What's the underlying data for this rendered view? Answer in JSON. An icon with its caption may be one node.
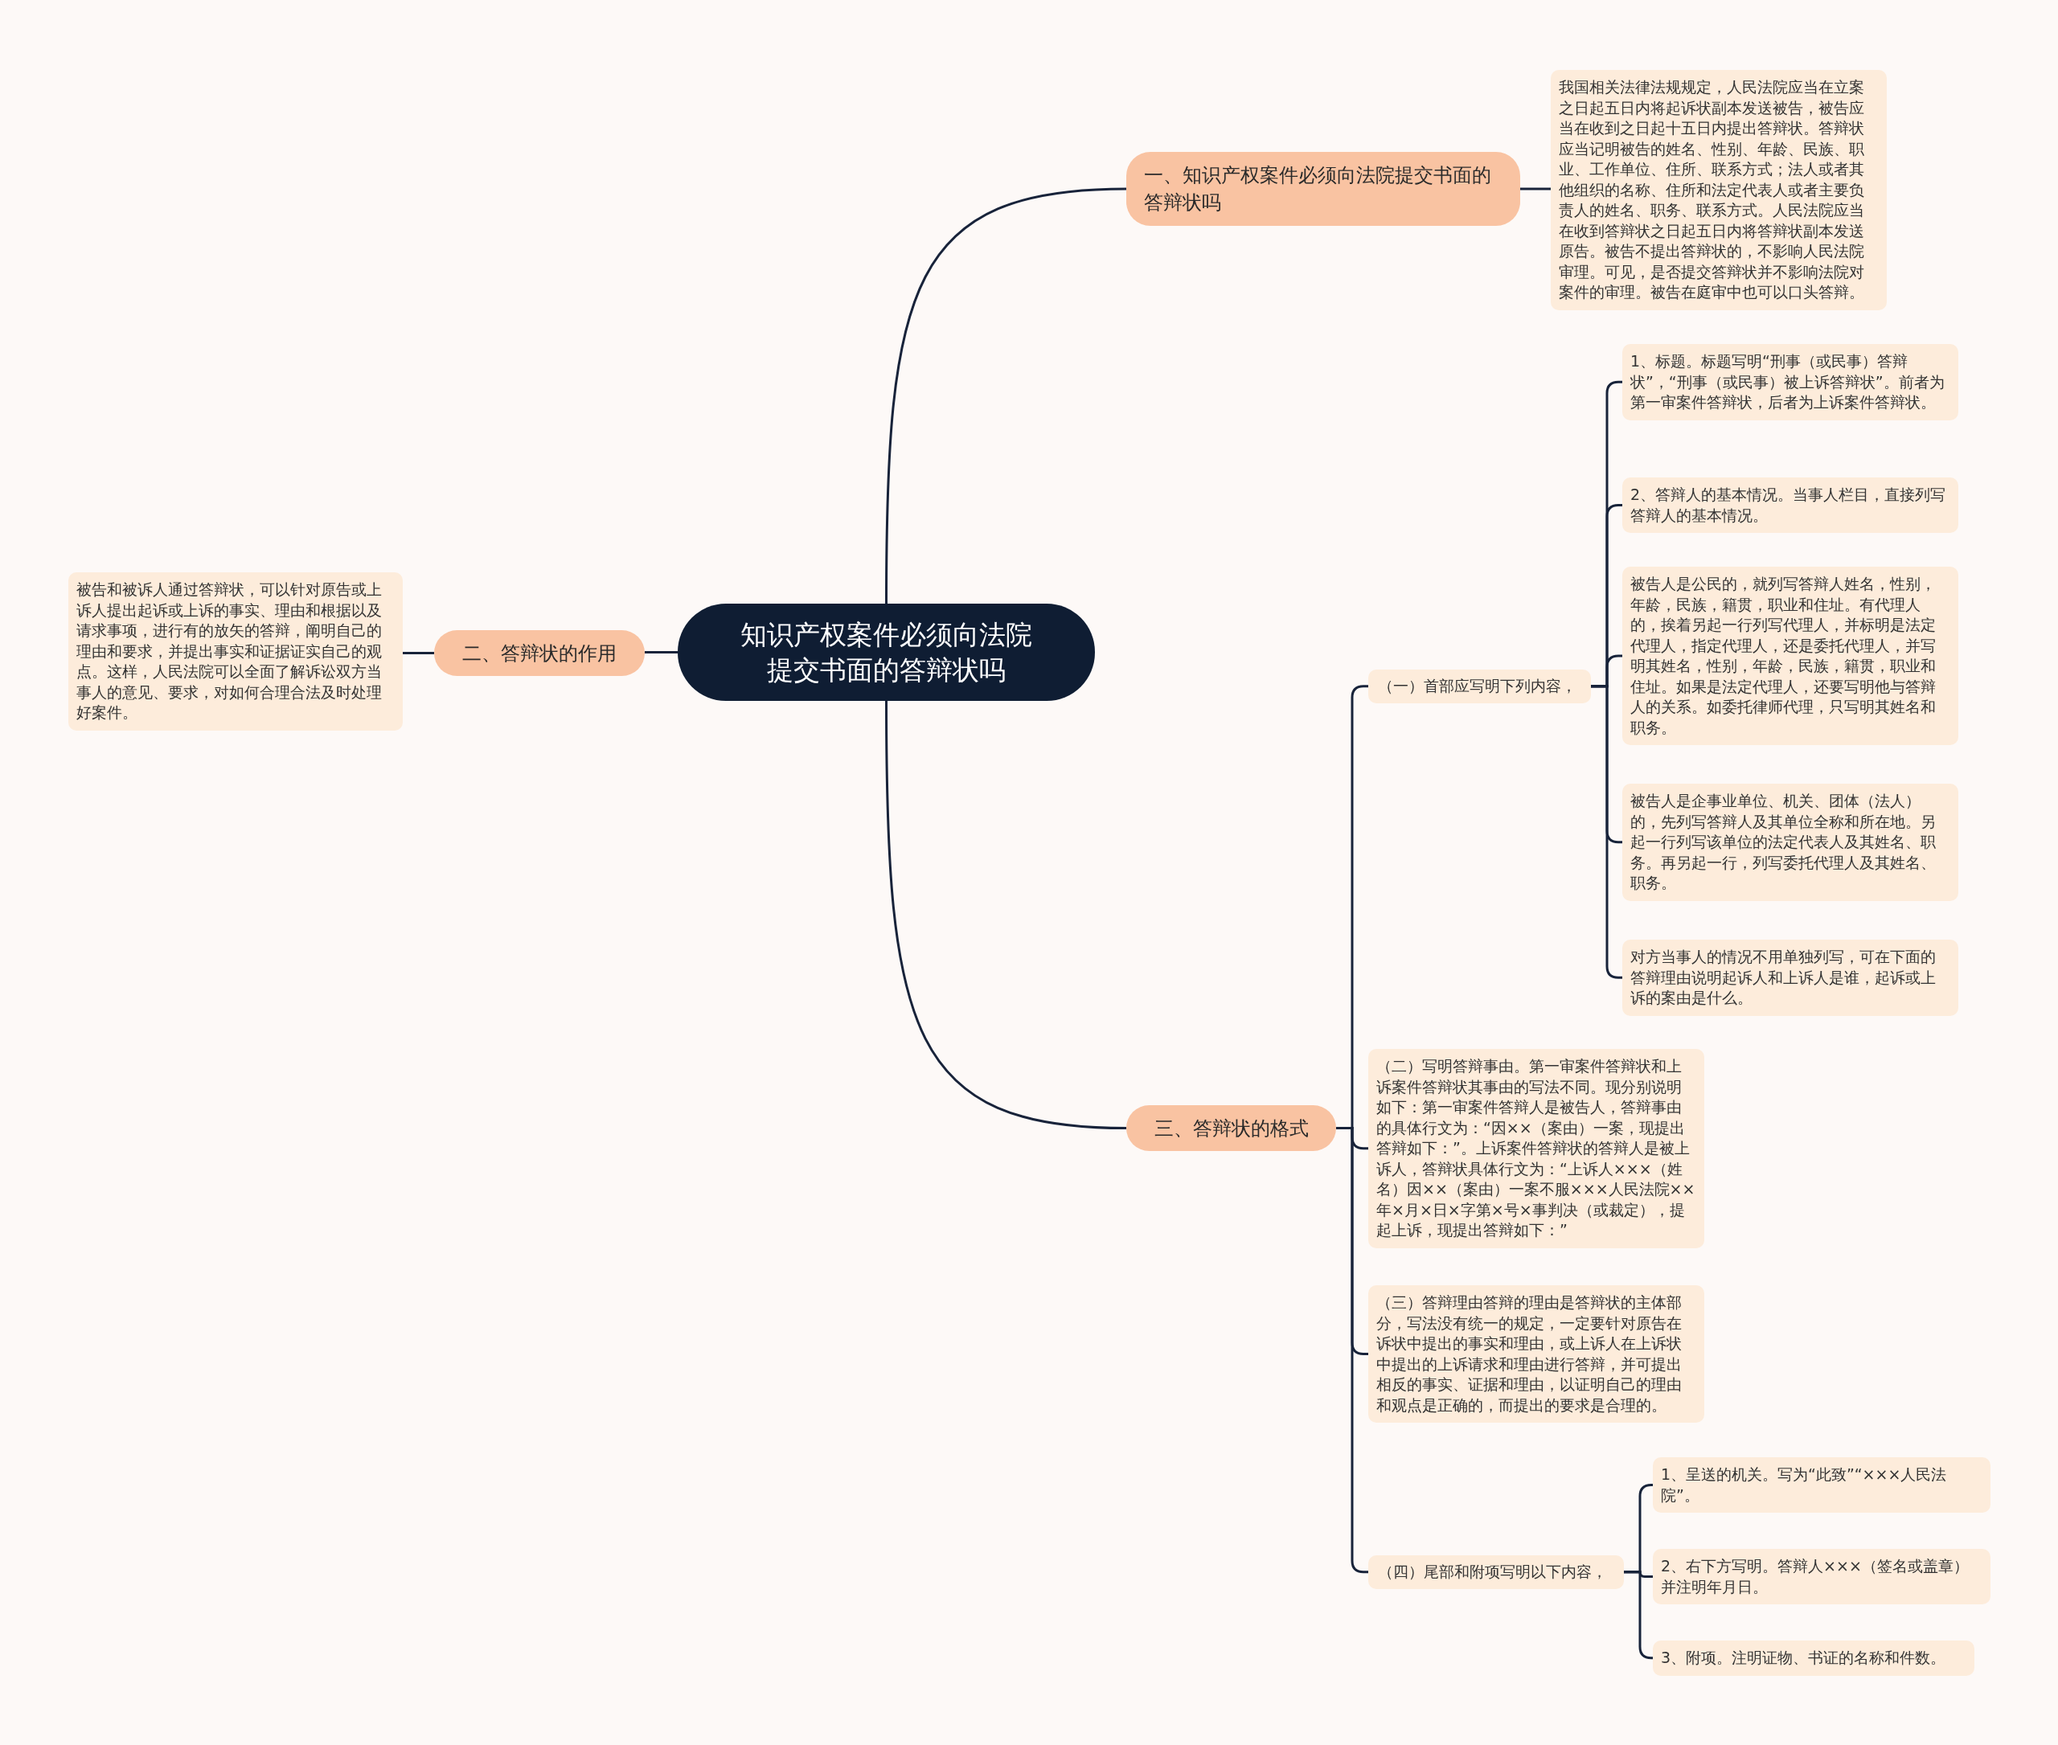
{
  "diagram": {
    "nodes": [
      {
        "text": [
          "知识产权案件必须向法院提交书面的答辩状吗"
        ]
      },
      {
        "text": [
          "一、知识产权案件必须向法院提交书面的答辩状吗"
        ]
      },
      {
        "text": [
          "我国相关法律法规规定，人民法院应当在立案之日起五日内将起诉状副本发送被告，被告应当在收到之日起十五日内提出答辩状。答辩状应当记明被告的姓名、性别、年龄、民族、职业、工作单位、住所、联系方式；法人或者其他组织的名称、住所和法定代表人或者主要负责人的姓名、职务、联系方式。人民法院应当在收到答辩状之日起五日内将答辩状副本发送原告。被告不提出答辩状的，不影响人民法院审理。可见，是否提交答辩状并不影响法院对案件的审理。被告在庭审中也可以口头答辩。"
        ]
      },
      {
        "text": [
          "二、答辩状的作用"
        ]
      },
      {
        "text": [
          "被告和被诉人通过答辩状，可以针对原告或上诉人提出起诉或上诉的事实、理由和根据以及请求事项，进行有的放矢的答辩，阐明自己的理由和要求，并提出事实和证据证实自己的观点。这样，人民法院可以全面了解诉讼双方当事人的意见、要求，对如何合理合法及时处理好案件。"
        ]
      },
      {
        "text": [
          "三、答辩状的格式"
        ]
      },
      {
        "text": [
          "（一）首部应写明下列内容，"
        ]
      },
      {
        "text": [
          "1、标题。标题写明“刑事（或民事）答辩状”，“刑事（或民事）被上诉答辩状”。前者为第一审案件答辩状，后者为上诉案件答辩状。"
        ]
      },
      {
        "text": [
          "2、答辩人的基本情况。当事人栏目，直接列写答辩人的基本情况。"
        ]
      },
      {
        "text": [
          "被告人是公民的，就列写答辩人姓名，性别，年龄，民族，籍贯，职业和住址。有代理人的，挨着另起一行列写代理人，并标明是法定代理人，指定代理人，还是委托代理人，并写明其姓名，性别，年龄，民族，籍贯，职业和住址。如果是法定代理人，还要写明他与答辩人的关系。如委托律师代理，只写明其姓名和职务。"
        ]
      },
      {
        "text": [
          "被告人是企事业单位、机关、团体（法人）的，先列写答辩人及其单位全称和所在地。另起一行列写该单位的法定代表人及其姓名、职务。再另起一行，列写委托代理人及其姓名、职务。"
        ]
      },
      {
        "text": [
          "对方当事人的情况不用单独列写，可在下面的答辩理由说明起诉人和上诉人是谁，起诉或上诉的案由是什么。"
        ]
      },
      {
        "text": [
          "（二）写明答辩事由。第一审案件答辩状和上诉案件答辩状其事由的写法不同。现分别说明如下：第一审案件答辩人是被告人，答辩事由的具体行文为：“因××（案由）一案，现提出答辩如下：”。上诉案件答辩状的答辩人是被上诉人，答辩状具体行文为：“上诉人×××（姓名）因××（案由）一案不服×××人民法院××年×月×日×字第×号×事判决（或裁定），提起上诉，现提出答辩如下：”"
        ]
      },
      {
        "text": [
          "（三）答辩理由答辩的理由是答辩状的主体部分，写法没有统一的规定，一定要针对原告在诉状中提出的事实和理由，或上诉人在上诉状中提出的上诉请求和理由进行答辩，并可提出相反的事实、证据和理由，以证明自己的理由和观点是正确的，而提出的要求是合理的。"
        ]
      },
      {
        "text": [
          "（四）尾部和附项写明以下内容，"
        ]
      },
      {
        "text": [
          "1、呈送的机关。写为“此致”“×××人民法院”。"
        ]
      },
      {
        "text": [
          "2、右下方写明。答辩人×××（签名或盖章）并注明年月日。"
        ]
      },
      {
        "text": [
          "3、附项。注明证物、书证的名称和件数。"
        ]
      }
    ],
    "edges": [
      {
        "from": 0,
        "to": 1,
        "arrow": "none"
      },
      {
        "from": 1,
        "to": 2,
        "arrow": "none"
      },
      {
        "from": 0,
        "to": 3,
        "arrow": "none"
      },
      {
        "from": 3,
        "to": 4,
        "arrow": "none"
      },
      {
        "from": 0,
        "to": 5,
        "arrow": "none"
      },
      {
        "from": 5,
        "to": 6,
        "arrow": "none"
      },
      {
        "from": 6,
        "to": 7,
        "arrow": "none"
      },
      {
        "from": 6,
        "to": 8,
        "arrow": "none"
      },
      {
        "from": 6,
        "to": 9,
        "arrow": "none"
      },
      {
        "from": 6,
        "to": 10,
        "arrow": "none"
      },
      {
        "from": 6,
        "to": 11,
        "arrow": "none"
      },
      {
        "from": 5,
        "to": 12,
        "arrow": "none"
      },
      {
        "from": 5,
        "to": 13,
        "arrow": "none"
      },
      {
        "from": 5,
        "to": 14,
        "arrow": "none"
      },
      {
        "from": 14,
        "to": 15,
        "arrow": "none"
      },
      {
        "from": 14,
        "to": 16,
        "arrow": "none"
      },
      {
        "from": 14,
        "to": 17,
        "arrow": "none"
      }
    ]
  }
}
